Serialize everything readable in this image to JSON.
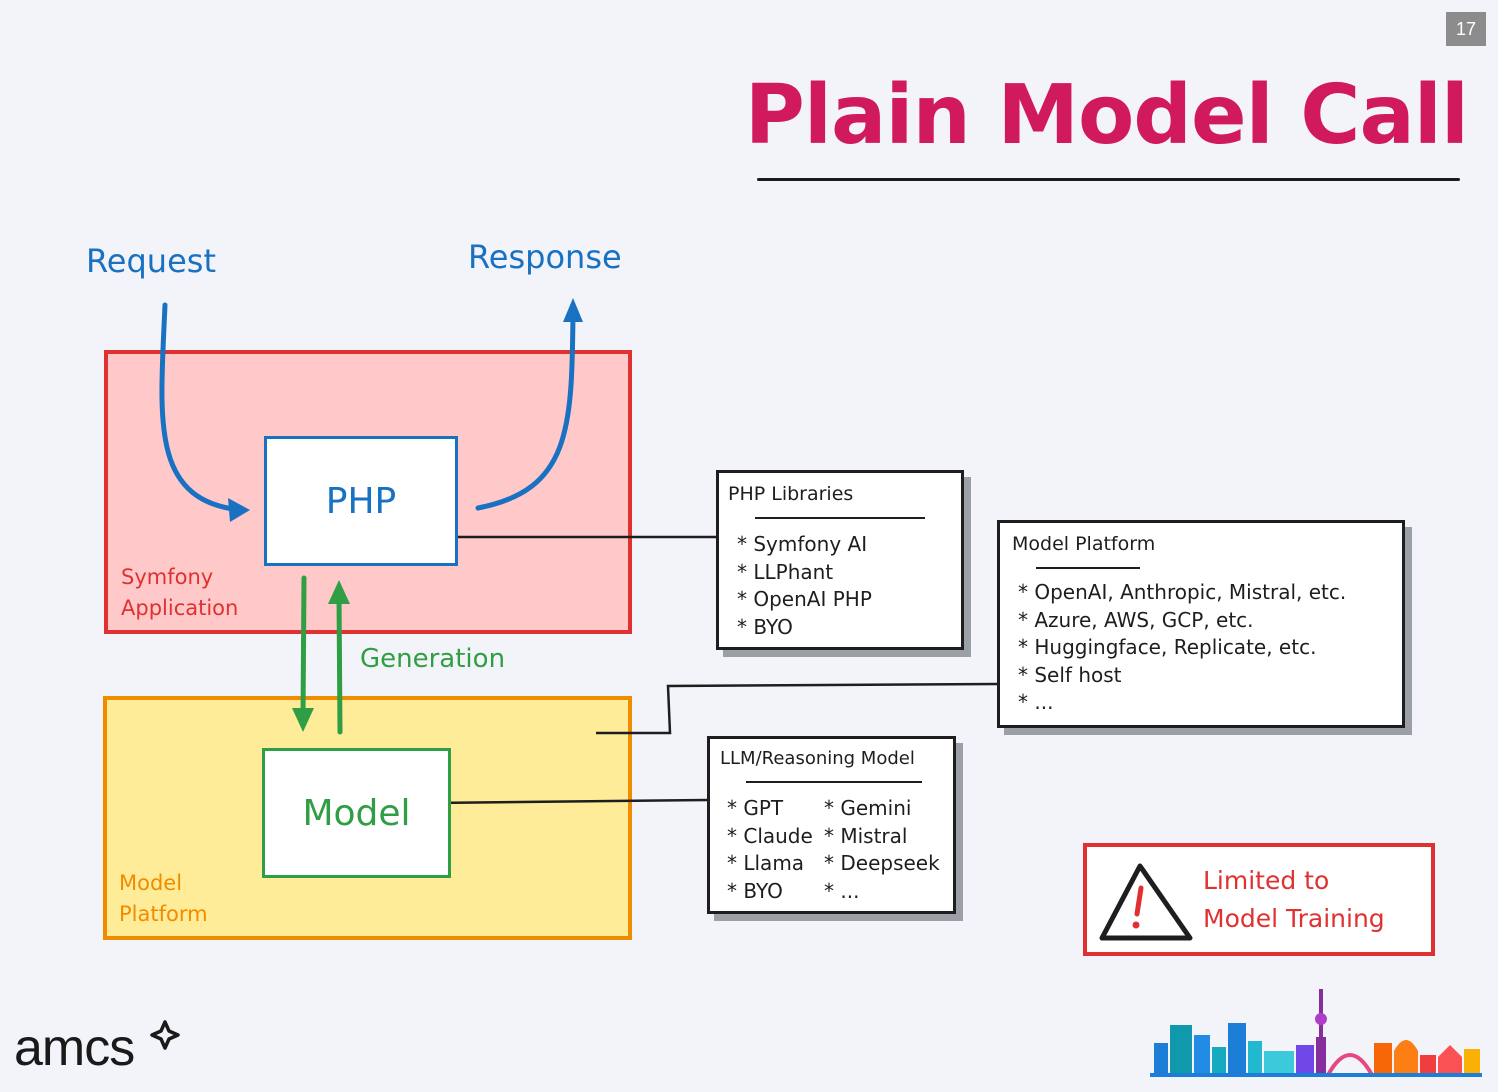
{
  "page_number": "17",
  "title": "Plain Model Call",
  "flow": {
    "request": "Request",
    "response": "Response",
    "generation": "Generation"
  },
  "zones": {
    "symfony": {
      "label_line1": "Symfony",
      "label_line2": "Application",
      "fill": "#ffc9c9",
      "stroke": "#e03131"
    },
    "platform": {
      "label_line1": "Model",
      "label_line2": "Platform",
      "fill": "#ffec99",
      "stroke": "#f08c00"
    }
  },
  "nodes": {
    "php": {
      "label": "PHP",
      "stroke": "#1971c2"
    },
    "model": {
      "label": "Model",
      "stroke": "#2f9e44"
    }
  },
  "cards": {
    "php_libraries": {
      "title": "PHP Libraries",
      "items": [
        "* Symfony AI",
        "* LLPhant",
        "* OpenAI PHP",
        "* BYO"
      ]
    },
    "model_platform": {
      "title": "Model Platform",
      "items": [
        "* OpenAI, Anthropic, Mistral, etc.",
        "* Azure, AWS, GCP, etc.",
        "* Huggingface, Replicate, etc.",
        "* Self host",
        "* ..."
      ]
    },
    "llm_model": {
      "title": "LLM/Reasoning Model",
      "col1": [
        "* GPT",
        "* Claude",
        "* Llama",
        "* BYO"
      ],
      "col2": [
        "* Gemini",
        "* Mistral",
        "* Deepseek",
        "* ..."
      ]
    }
  },
  "warning": {
    "line1": "Limited to",
    "line2": "Model Training",
    "icon": "warning-triangle-icon",
    "color": "#e03131"
  },
  "branding": {
    "logo_text": "amcs",
    "skyline_icon": "city-skyline-icon"
  },
  "colors": {
    "title": "#d11a5b",
    "request_flow": "#1971c2",
    "generation_flow": "#2f9e44",
    "background": "#f3f4f9"
  }
}
